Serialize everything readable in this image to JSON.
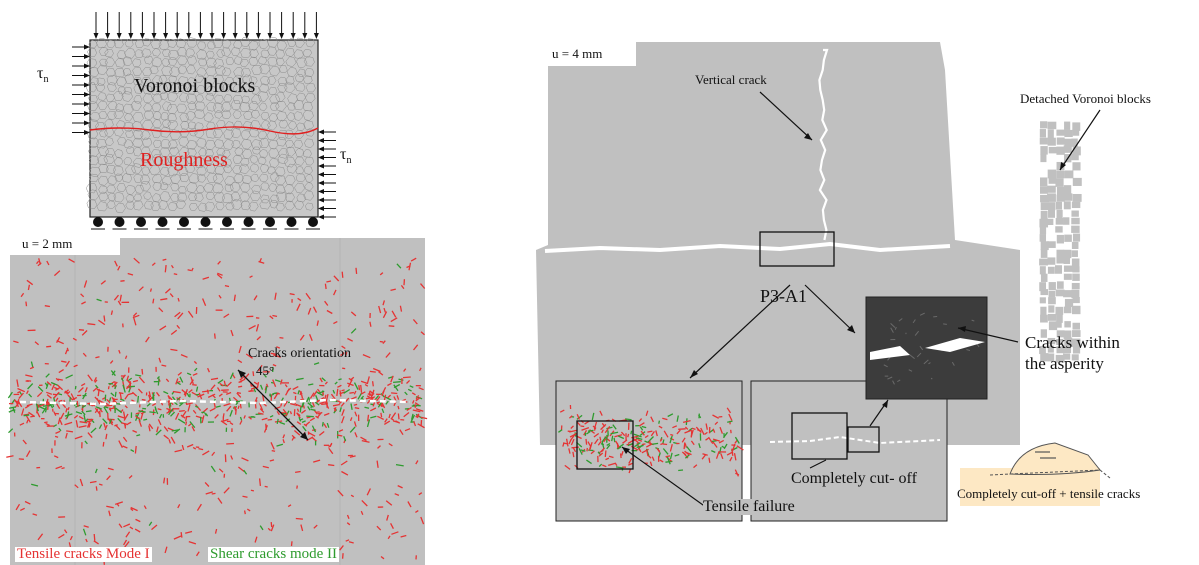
{
  "colors": {
    "gray": "#c0c0c0",
    "darkgray": "#404040",
    "tensile": "#e53333",
    "shear": "#2e9b2e",
    "roughness": "#e02020",
    "inset_fill": "#fde8c4"
  },
  "top_model": {
    "title": "Voronoi blocks",
    "roughness_label": "Roughness",
    "shear_stress_left": "τ",
    "shear_stress_left_sub": "n",
    "shear_stress_right": "τ",
    "shear_stress_right_sub": "n"
  },
  "left_panel": {
    "displacement": "u = 2 mm",
    "orientation_label": "Cracks orientation",
    "angle_label": "45°",
    "legend_tensile": "Tensile cracks  Mode I",
    "legend_shear": "Shear cracks mode II"
  },
  "right_panel": {
    "displacement": "u = 4 mm",
    "vertical_crack": "Vertical crack",
    "detached_blocks": "Detached Voronoi blocks",
    "asperity_id": "P3-A1",
    "cracks_within_1": "Cracks within",
    "cracks_within_2": "the asperity",
    "tensile_failure": "Tensile failure",
    "cut_off": "Completely cut- off",
    "cut_off_tensile": "Completely cut-off + tensile cracks"
  }
}
